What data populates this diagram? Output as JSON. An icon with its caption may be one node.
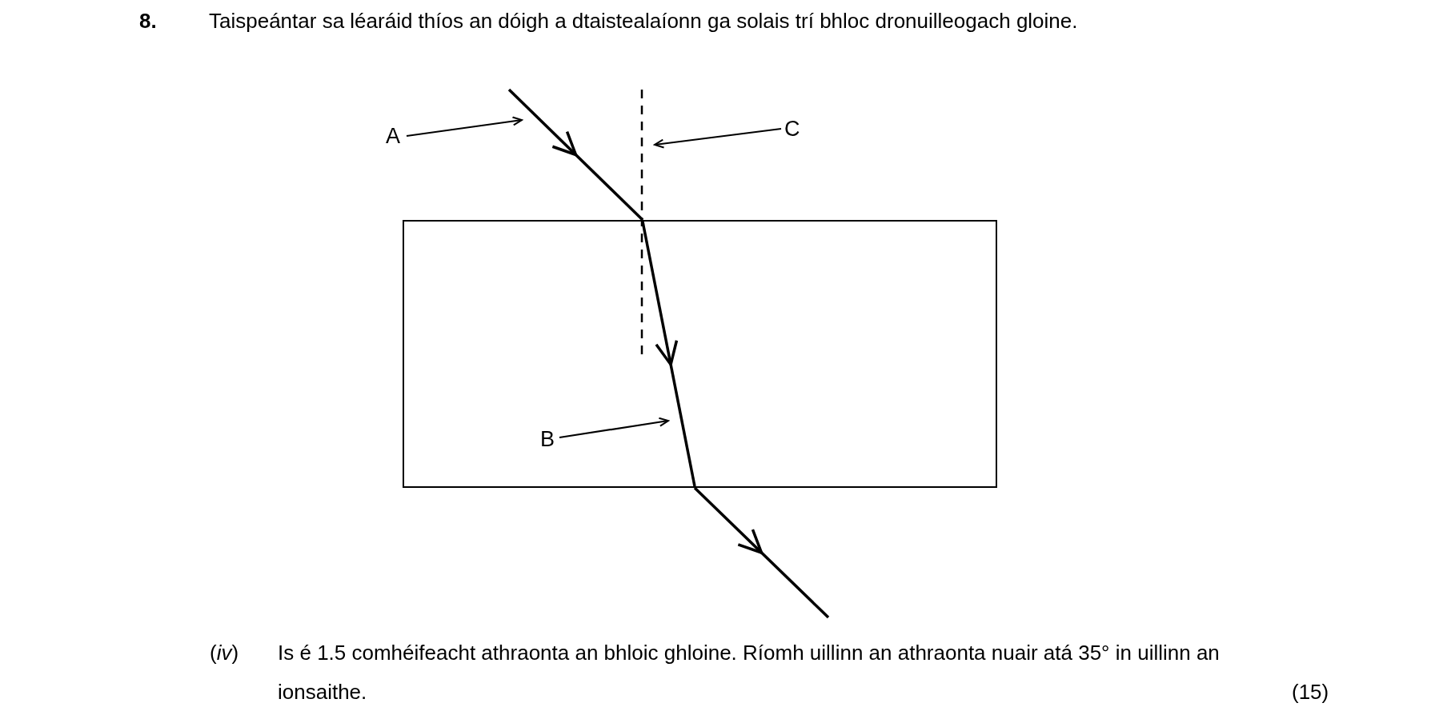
{
  "diagram": {
    "title": "Taispeántar sa léaráid thíos an dóigh a dtaistealaíonn ga solais trí bhloc dronuilleogach gloine.",
    "nodes": [
      {
        "text": [],
        "shape": "box"
      },
      {
        "text": [
          "A"
        ]
      },
      {
        "text": [],
        "shape": "line"
      },
      {
        "text": [
          "C"
        ]
      },
      {
        "text": [],
        "shape": "line"
      },
      {
        "text": [
          "B"
        ],
        "in": 0
      },
      {
        "text": [],
        "shape": "line",
        "in": 0
      },
      {
        "text": [],
        "shape": "line"
      }
    ],
    "edges": [
      {
        "from": 1,
        "to": 2,
        "arrow": "to"
      },
      {
        "from": 3,
        "to": 4,
        "arrow": "to"
      },
      {
        "from": 5,
        "to": 6,
        "arrow": "to"
      }
    ],
    "labels": [
      "8.",
      "(*iv*)",
      "Is é 1.5 comhéifeacht athraonta an bhloic ghloine.  Ríomh uillinn an athraonta nuair atá 35° in uillinn an ionsaithe.",
      "(15)"
    ]
  }
}
